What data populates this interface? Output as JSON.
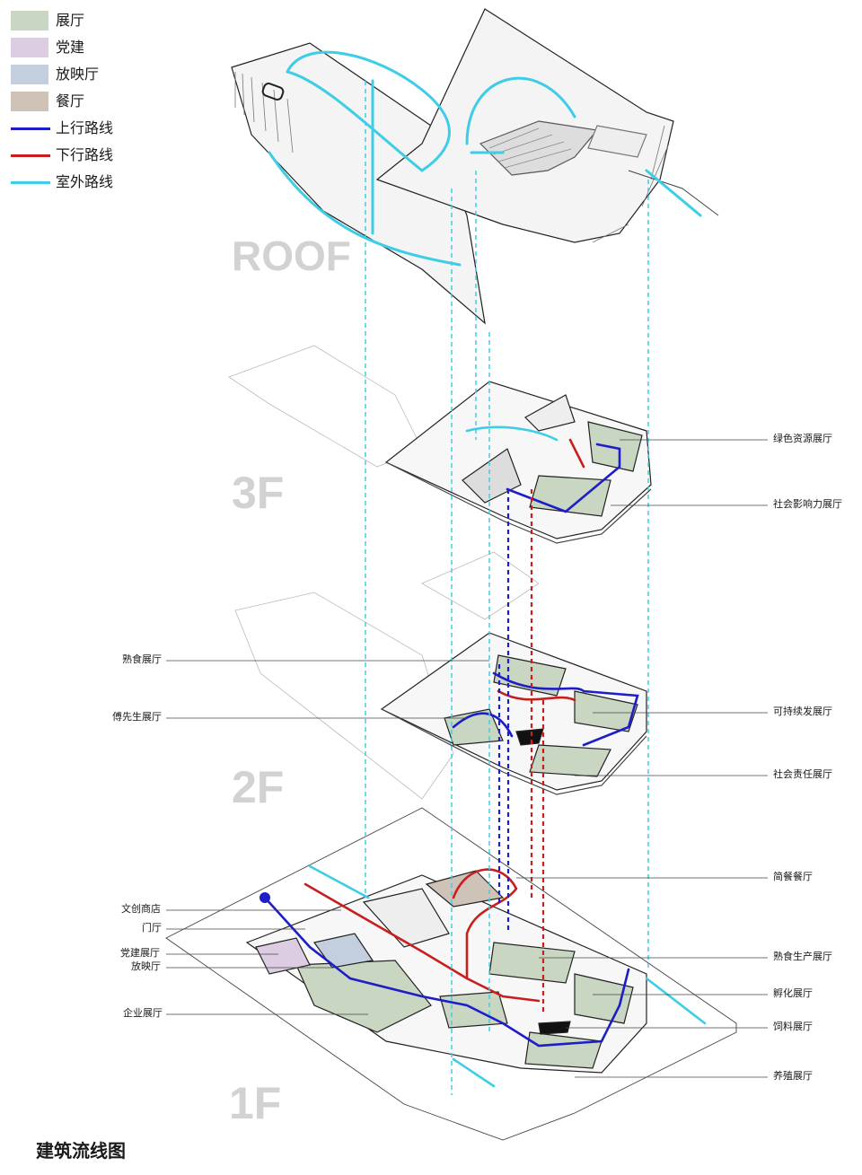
{
  "legend": {
    "items": [
      {
        "label": "展厅",
        "color": "#c8d6c2",
        "kind": "area"
      },
      {
        "label": "党建",
        "color": "#dccde3",
        "kind": "area"
      },
      {
        "label": "放映厅",
        "color": "#c3cfde",
        "kind": "area"
      },
      {
        "label": "餐厅",
        "color": "#cfc3b8",
        "kind": "area"
      },
      {
        "label": "上行路线",
        "color": "#1e1ec8",
        "kind": "line"
      },
      {
        "label": "下行路线",
        "color": "#c81e1e",
        "kind": "line"
      },
      {
        "label": "室外路线",
        "color": "#3ecde6",
        "kind": "line"
      }
    ]
  },
  "floors": [
    "ROOF",
    "3F",
    "2F",
    "1F"
  ],
  "callouts": {
    "f3": [
      "绿色资源展厅",
      "社会影响力展厅"
    ],
    "f2_left": [
      "熟食展厅",
      "傅先生展厅"
    ],
    "f2_right": [
      "可持续发展厅",
      "社会责任展厅"
    ],
    "f1_left": [
      "文创商店",
      "门厅",
      "党建展厅",
      "放映厅",
      "企业展厅"
    ],
    "f1_right": [
      "简餐餐厅",
      "熟食生产展厅",
      "孵化展厅",
      "饲料展厅",
      "养殖展厅"
    ]
  },
  "caption": "建筑流线图"
}
